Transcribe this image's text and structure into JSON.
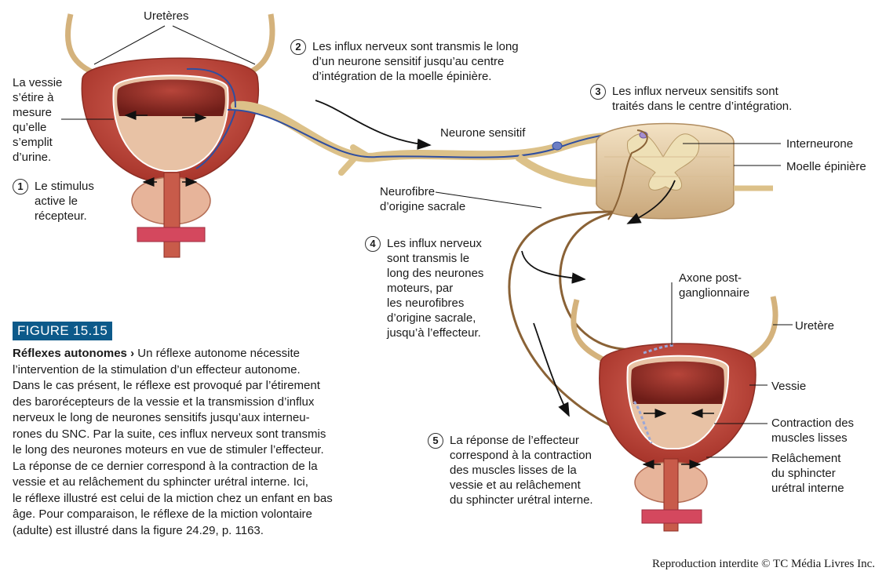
{
  "labels": {
    "ureteres": "Uretères",
    "vessie_etire": "La vessie\ns’étire à\nmesure\nqu’elle\ns’emplit\nd’urine.",
    "neurone_sensitif": "Neurone sensitif",
    "interneurone": "Interneurone",
    "moelle": "Moelle épinière",
    "neurofibre": "Neurofibre\nd’origine sacrale",
    "axone": "Axone post-\nganglionnaire",
    "uretere": "Uretère",
    "vessie": "Vessie",
    "contraction": "Contraction des\nmuscles lisses",
    "relachement": "Relâchement\ndu sphincter\nurétral interne"
  },
  "steps": [
    {
      "num": "1",
      "text": "Le stimulus\nactive le\nrécepteur."
    },
    {
      "num": "2",
      "text": "Les influx nerveux sont transmis le long\nd’un neurone sensitif jusqu’au centre\nd’intégration de la moelle épinière."
    },
    {
      "num": "3",
      "text": "Les influx nerveux sensitifs sont\ntraités dans le centre d’intégration."
    },
    {
      "num": "4",
      "text": "Les influx nerveux\nsont transmis le\nlong des neurones\nmoteurs, par\nles neurofibres\nd’origine sacrale,\njusqu’à l’effecteur."
    },
    {
      "num": "5",
      "text": "La réponse de l’effecteur\ncorrespond à la contraction\ndes muscles lisses de la\nvessie et au relâchement\ndu sphincter urétral interne."
    }
  ],
  "figure": {
    "tag": "FIGURE 15.15",
    "title": "Réflexes autonomes",
    "arrow": "›",
    "text": " Un réflexe autonome nécessite\nl’intervention de la stimulation d’un effecteur autonome.\nDans le cas présent, le réflexe est provoqué par l’étirement\ndes barorécepteurs de la vessie et la transmission d’influx\nnerveux le long de neurones sensitifs jusqu’aux interneu-\nrones du SNC. Par la suite, ces influx nerveux sont transmis\nle long des neurones moteurs en vue de stimuler l’effecteur.\nLa réponse de ce dernier correspond à la contraction de la\nvessie et au relâchement du sphincter urétral interne. Ici,\nle réflexe illustré est celui de la miction chez un enfant en bas\nâge. Pour comparaison, le réflexe de la miction volontaire\n(adulte) est illustré dans la figure 24.29, p. 1163."
  },
  "credit": "Reproduction interdite © TC Média Livres Inc.",
  "colors": {
    "bladder_wall": "#c0463a",
    "bladder_inner": "#8e2a22",
    "nerve": "#dcc189",
    "sensory": "#2f4ea0",
    "motor": "#8a6236",
    "spinal_cord": "#e8cfa6",
    "figure_tag": "#0d5a8a"
  }
}
